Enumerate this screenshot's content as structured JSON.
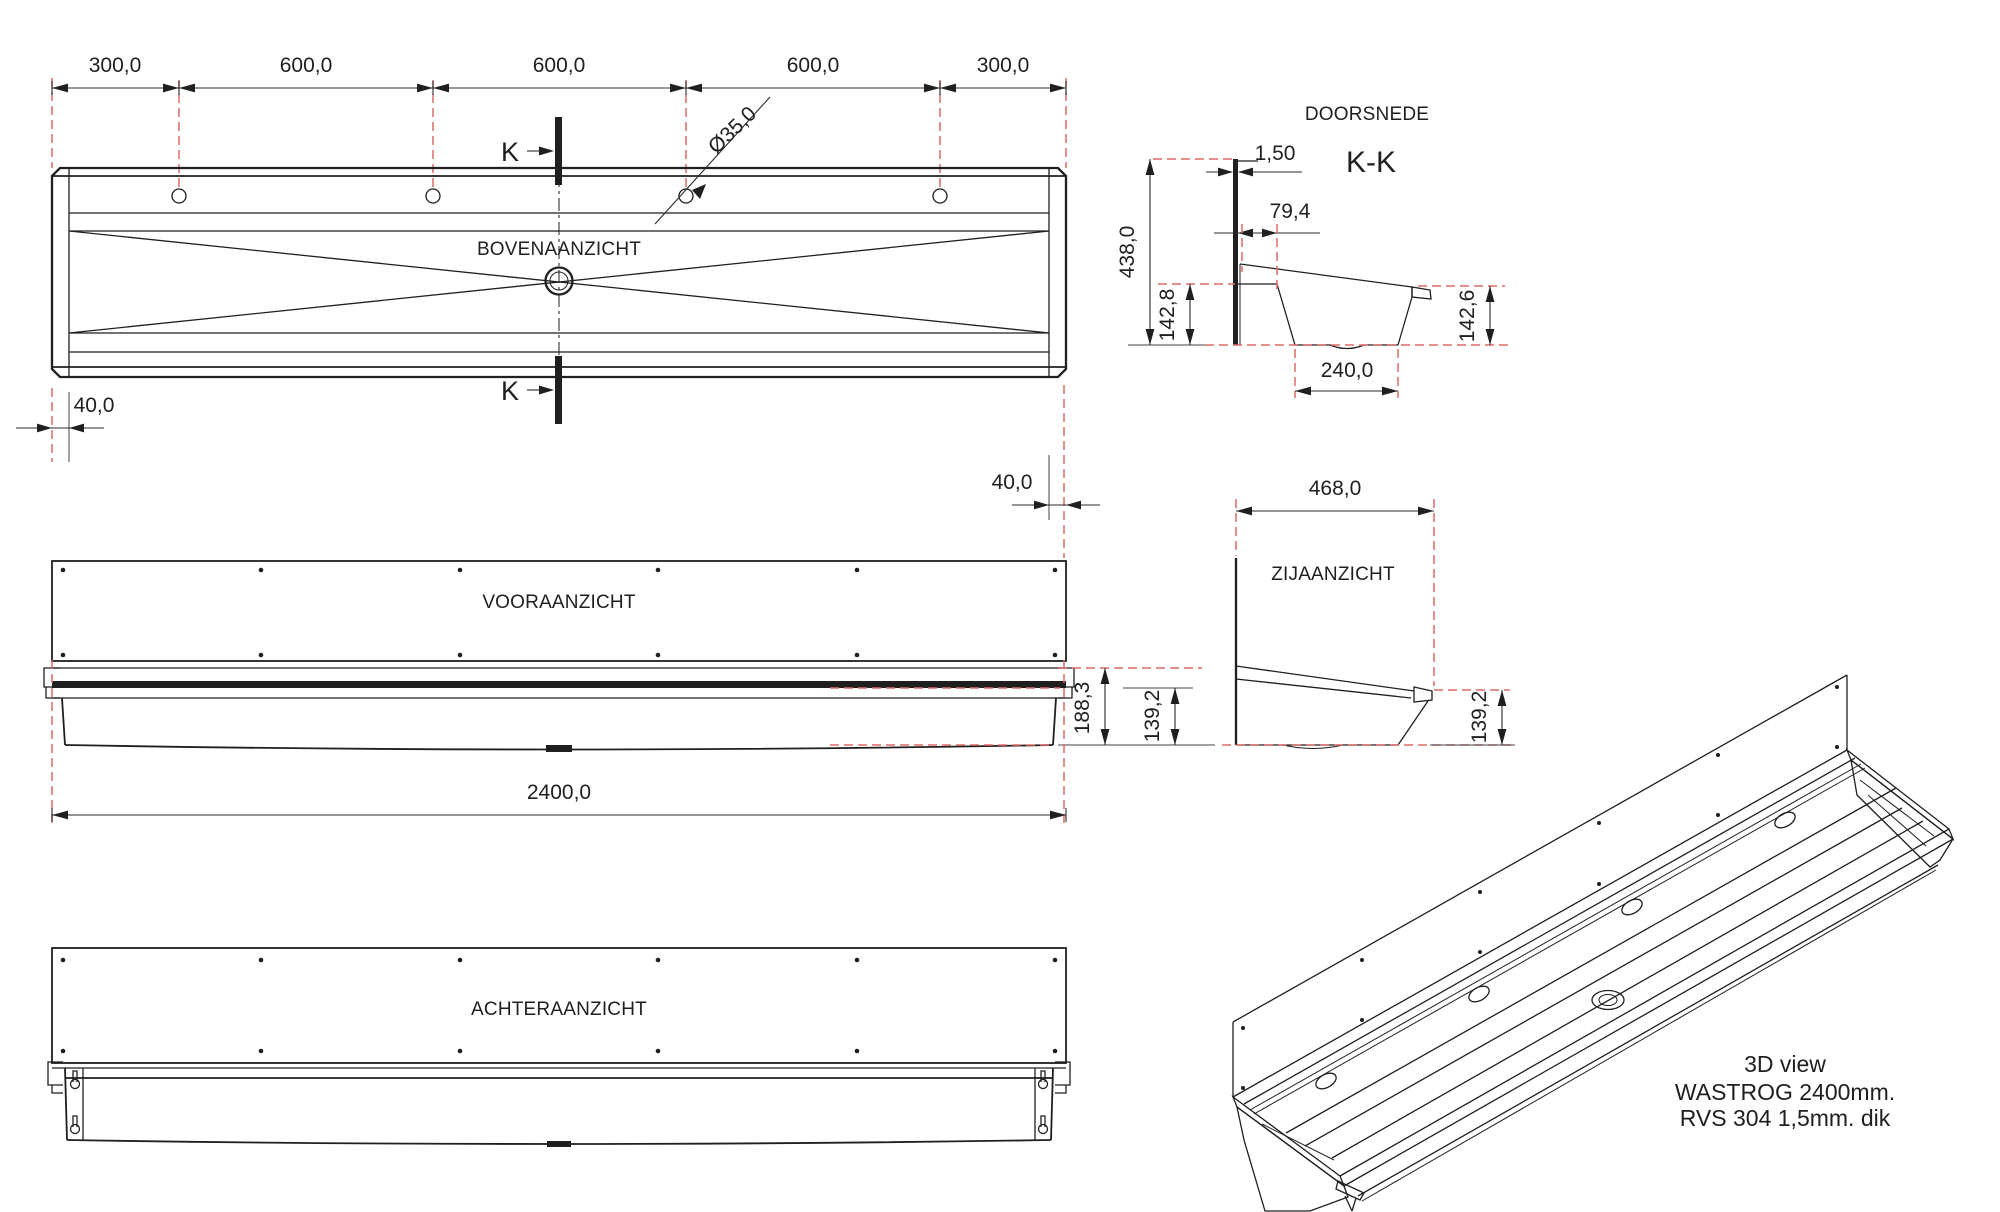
{
  "colors": {
    "line": "#1f1f1f",
    "dim_red": "#dd6a6a",
    "background": "#ffffff"
  },
  "top_view": {
    "label": "BOVENAANZICHT",
    "marker_letter": "K",
    "dim_segments": [
      "300,0",
      "600,0",
      "600,0",
      "600,0",
      "300,0"
    ],
    "dim_hole_diameter": "Ø35,0",
    "dim_offset": "40,0"
  },
  "front_view": {
    "label": "VOORAANZICHT",
    "dim_total_length": "2400,0",
    "dim_offset": "40,0",
    "dim_height_back": "188,3",
    "dim_height_front": "139,2"
  },
  "back_view": {
    "label": "ACHTERAANZICHT"
  },
  "section_view": {
    "title": "DOORSNEDE",
    "name": "K-K",
    "dim_height_total": "438,0",
    "dim_wall_thickness": "1,50",
    "dim_ledge_width": "79,4",
    "dim_depth_left": "142,8",
    "dim_depth_right": "142,6",
    "dim_bottom_width": "240,0"
  },
  "side_view": {
    "label": "ZIJAANZICHT",
    "dim_depth_total": "468,0",
    "dim_height_front": "139,2"
  },
  "view_3d": {
    "caption": [
      "3D view",
      "WASTROG 2400mm.",
      "RVS 304  1,5mm. dik"
    ]
  }
}
